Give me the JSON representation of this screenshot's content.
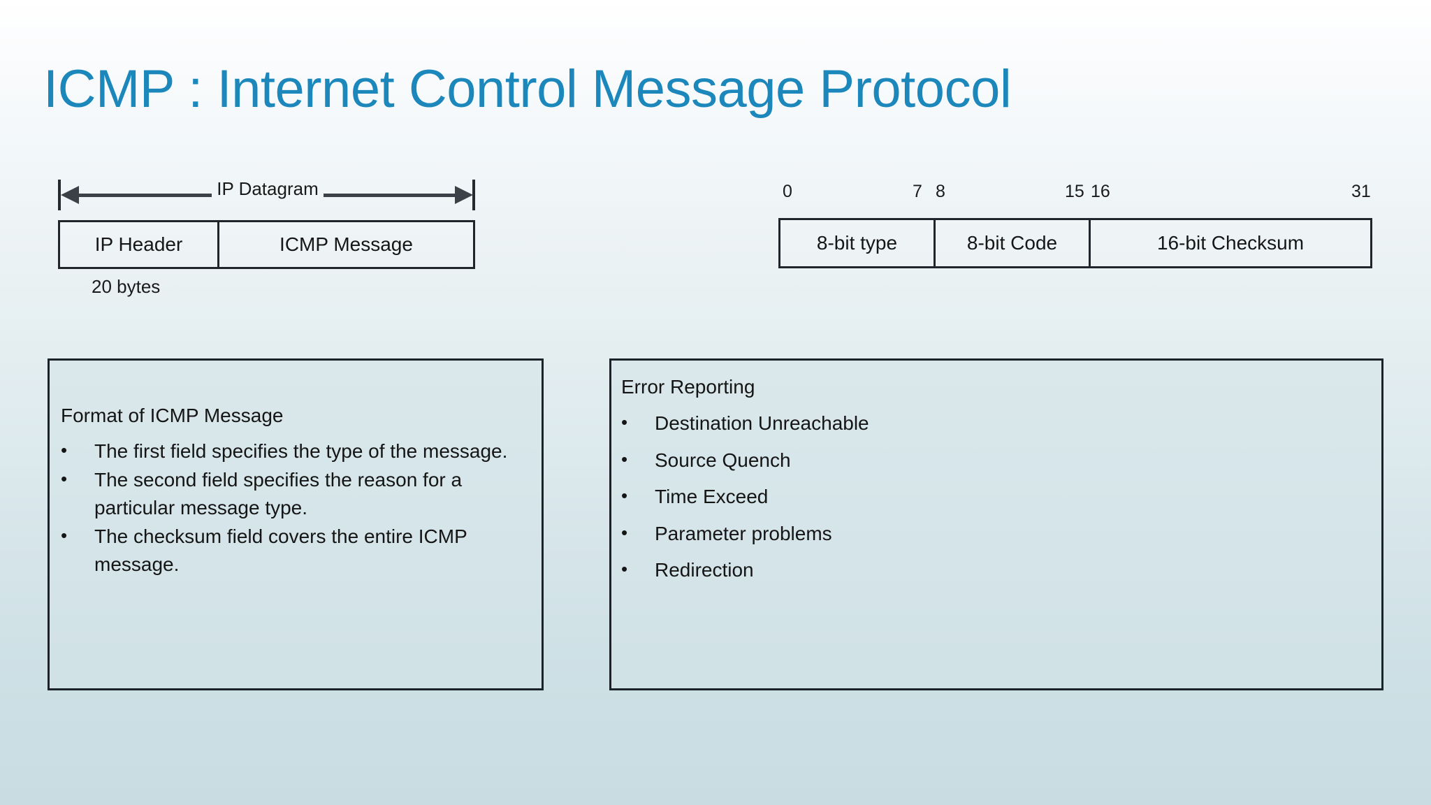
{
  "slide": {
    "title": "ICMP : Internet Control Message Protocol",
    "title_color": "#1b87bb",
    "background_top_color": "#ffffff",
    "background_bottom_color": "#c8dce2"
  },
  "ip_datagram_diagram": {
    "span_label": "IP Datagram",
    "cells": [
      {
        "label": "IP Header"
      },
      {
        "label": "ICMP Message"
      }
    ],
    "size_note": "20 bytes"
  },
  "icmp_bitfield_diagram": {
    "bit_numbers": [
      "0",
      "7",
      "8",
      "15",
      "16",
      "31"
    ],
    "fields": [
      {
        "label": "8-bit type"
      },
      {
        "label": "8-bit Code"
      },
      {
        "label": "16-bit Checksum"
      }
    ]
  },
  "format_panel": {
    "heading": "Format of ICMP Message",
    "bullet_char": "•",
    "items": [
      "The first field specifies the type of the message.",
      "The second field specifies the reason for a particular message type.",
      "The checksum field covers the entire ICMP message."
    ]
  },
  "error_panel": {
    "heading": "Error Reporting",
    "bullet_char": "•",
    "items": [
      "Destination Unreachable",
      "Source Quench",
      "Time Exceed",
      "Parameter problems",
      "Redirection"
    ]
  }
}
